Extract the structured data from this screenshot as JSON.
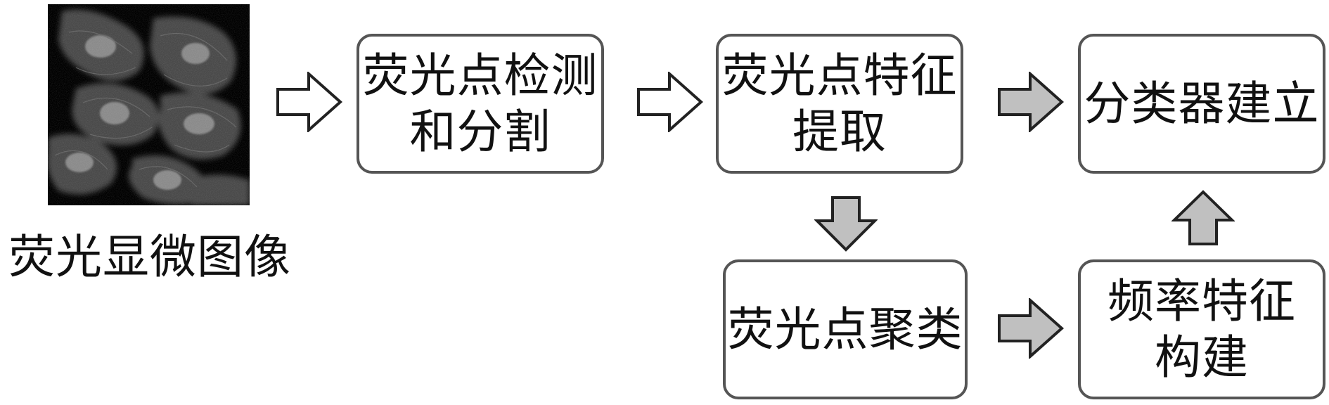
{
  "nodes": {
    "image": {
      "caption": "荧光显微图像"
    },
    "detect": {
      "line1": "荧光点检测",
      "line2": "和分割"
    },
    "feature": {
      "line1": "荧光点特征",
      "line2": "提取"
    },
    "classifier": {
      "line1": "分类器建立"
    },
    "cluster": {
      "line1": "荧光点聚类"
    },
    "frequency": {
      "line1": "频率特征",
      "line2": "构建"
    }
  },
  "colors": {
    "box_border": "#555555",
    "arrow_outline": "#222222",
    "arrow_hollow": "#ffffff",
    "arrow_filled": "#c0c0c0"
  }
}
